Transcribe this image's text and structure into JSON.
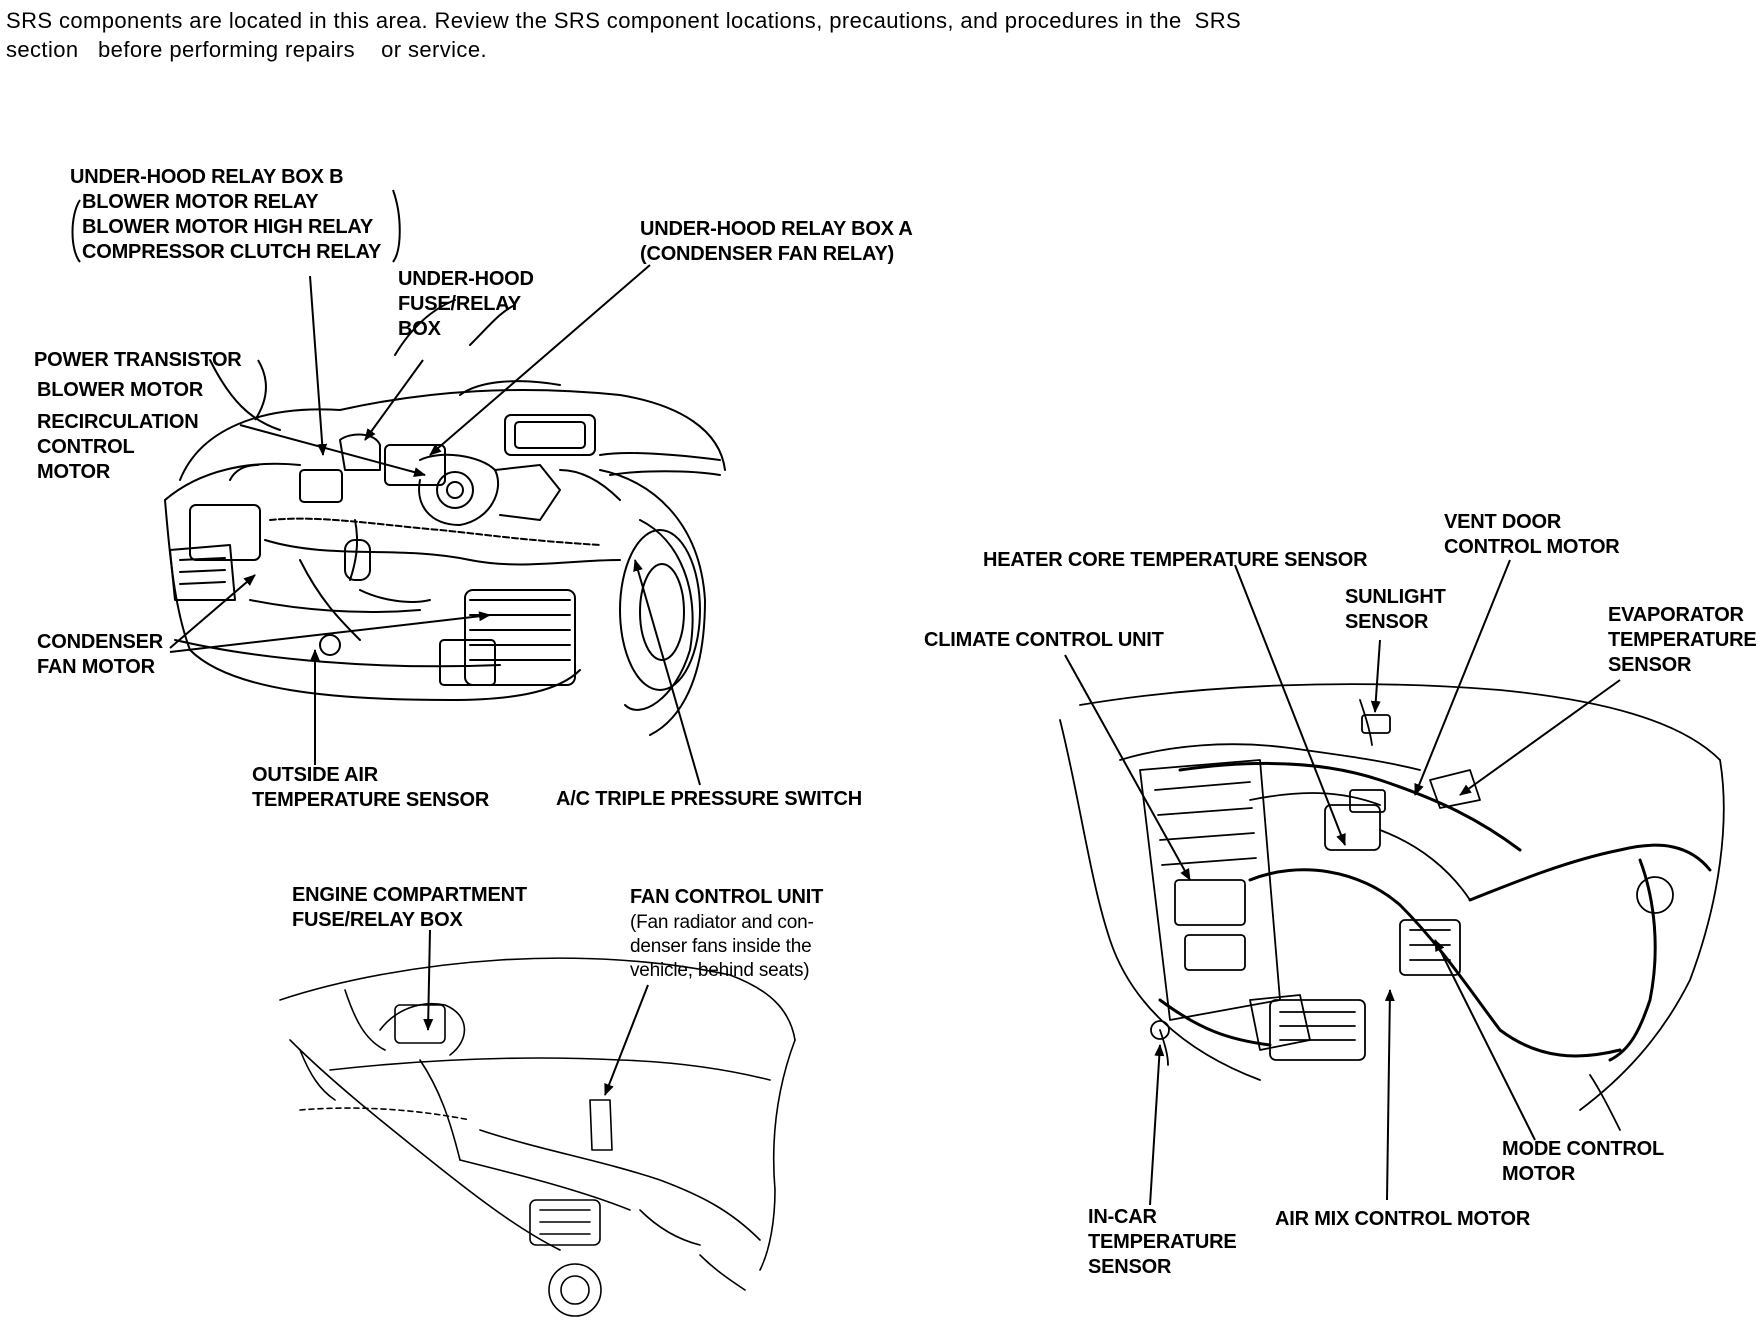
{
  "notice": {
    "line1": "SRS components are located in this area. Review the SRS component locations, precautions, and procedures in the  SRS",
    "line2": "section   before performing repairs    or service."
  },
  "labels": {
    "relay_box_b": {
      "title": "UNDER-HOOD RELAY BOX B",
      "items": [
        "BLOWER MOTOR RELAY",
        "BLOWER MOTOR HIGH RELAY",
        "COMPRESSOR CLUTCH RELAY"
      ]
    },
    "fuse_relay_box": [
      "UNDER-HOOD",
      "FUSE/RELAY",
      "BOX"
    ],
    "relay_box_a": [
      "UNDER-HOOD RELAY BOX A",
      "(CONDENSER FAN RELAY)"
    ],
    "power_transistor": "POWER TRANSISTOR",
    "blower_motor": "BLOWER MOTOR",
    "recirculation": [
      "RECIRCULATION",
      "CONTROL",
      "MOTOR"
    ],
    "condenser_fan": [
      "CONDENSER",
      "FAN MOTOR"
    ],
    "outside_air": [
      "OUTSIDE AIR",
      "TEMPERATURE SENSOR"
    ],
    "triple_pressure": "A/C TRIPLE PRESSURE SWITCH",
    "engine_compartment": [
      "ENGINE COMPARTMENT",
      "FUSE/RELAY BOX"
    ],
    "fan_control_unit": "FAN CONTROL UNIT",
    "fan_control_note": [
      "(Fan radiator and con-",
      "denser fans inside the",
      "vehicle, behind seats)"
    ],
    "heater_core": "HEATER CORE TEMPERATURE SENSOR",
    "vent_door": [
      "VENT DOOR",
      "CONTROL MOTOR"
    ],
    "sunlight": [
      "SUNLIGHT",
      "SENSOR"
    ],
    "evaporator": [
      "EVAPORATOR",
      "TEMPERATURE",
      "SENSOR"
    ],
    "climate_control": "CLIMATE CONTROL UNIT",
    "mode_control": [
      "MODE CONTROL",
      "MOTOR"
    ],
    "in_car": [
      "IN-CAR",
      "TEMPERATURE",
      "SENSOR"
    ],
    "air_mix": "AIR MIX CONTROL MOTOR"
  }
}
